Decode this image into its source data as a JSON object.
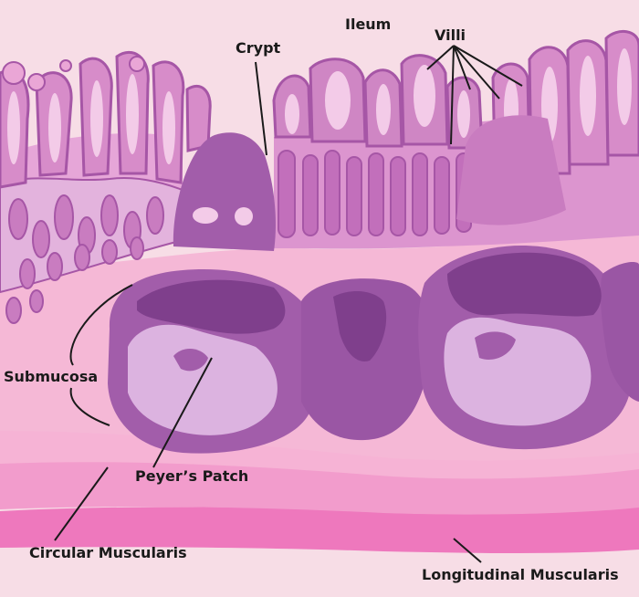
{
  "labels": {
    "ileum": "Ileum",
    "crypt": "Crypt",
    "villi": "Villi",
    "submucosa": "Submucosa",
    "peyers_patch": "Peyer’s Patch",
    "circular_muscularis": "Circular Muscularis",
    "longitudinal_muscularis": "Longitudinal Muscularis"
  },
  "colors": {
    "background": "#f7dde6",
    "submucosa_pink": "#f5b8d6",
    "muscularis_light": "#f29ccc",
    "muscularis_dark": "#ee78bd",
    "patch_body": "#a25daa",
    "patch_dark": "#7f3f8c",
    "germinal_center": "#dcb3e0",
    "villus_fill": "#d78cc9",
    "villus_outline": "#a656a6",
    "villus_core": "#f3cbe8",
    "line": "#1a1a1a"
  }
}
